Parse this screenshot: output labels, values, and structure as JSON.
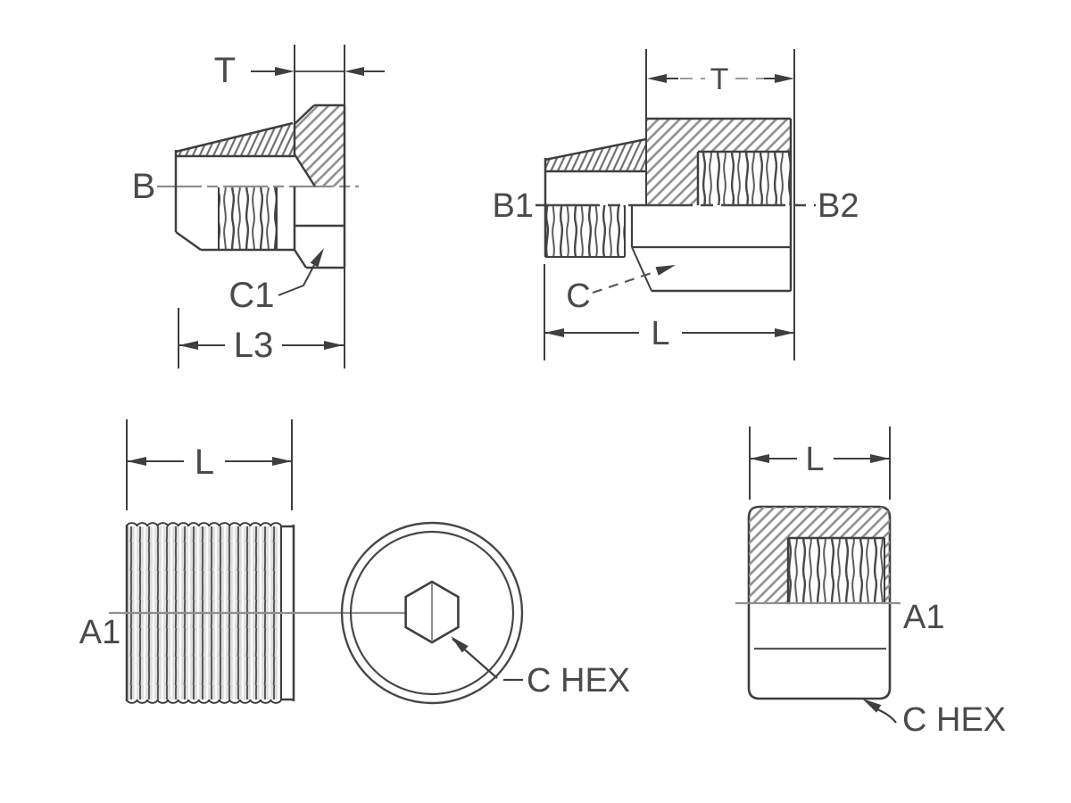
{
  "drawing": {
    "title": "fitting-dimension-diagram",
    "colors": {
      "line": "#3f3f3f",
      "centerline": "#8f8f8f",
      "hatch": "#8f8f8f",
      "text": "#4a4a4a",
      "background": "#ffffff"
    },
    "views": {
      "plug_side": {
        "t": "T",
        "b": "B",
        "c1": "C1",
        "l3": "L3"
      },
      "adapter_side": {
        "t": "T",
        "b1": "B1",
        "b2": "B2",
        "c": "C",
        "l": "L"
      },
      "nipple_side": {
        "l": "L",
        "a1": "A1"
      },
      "end_view": {
        "c_hex": "C HEX"
      },
      "plug_section": {
        "l": "L",
        "a1": "A1",
        "c_hex": "C HEX"
      }
    }
  }
}
